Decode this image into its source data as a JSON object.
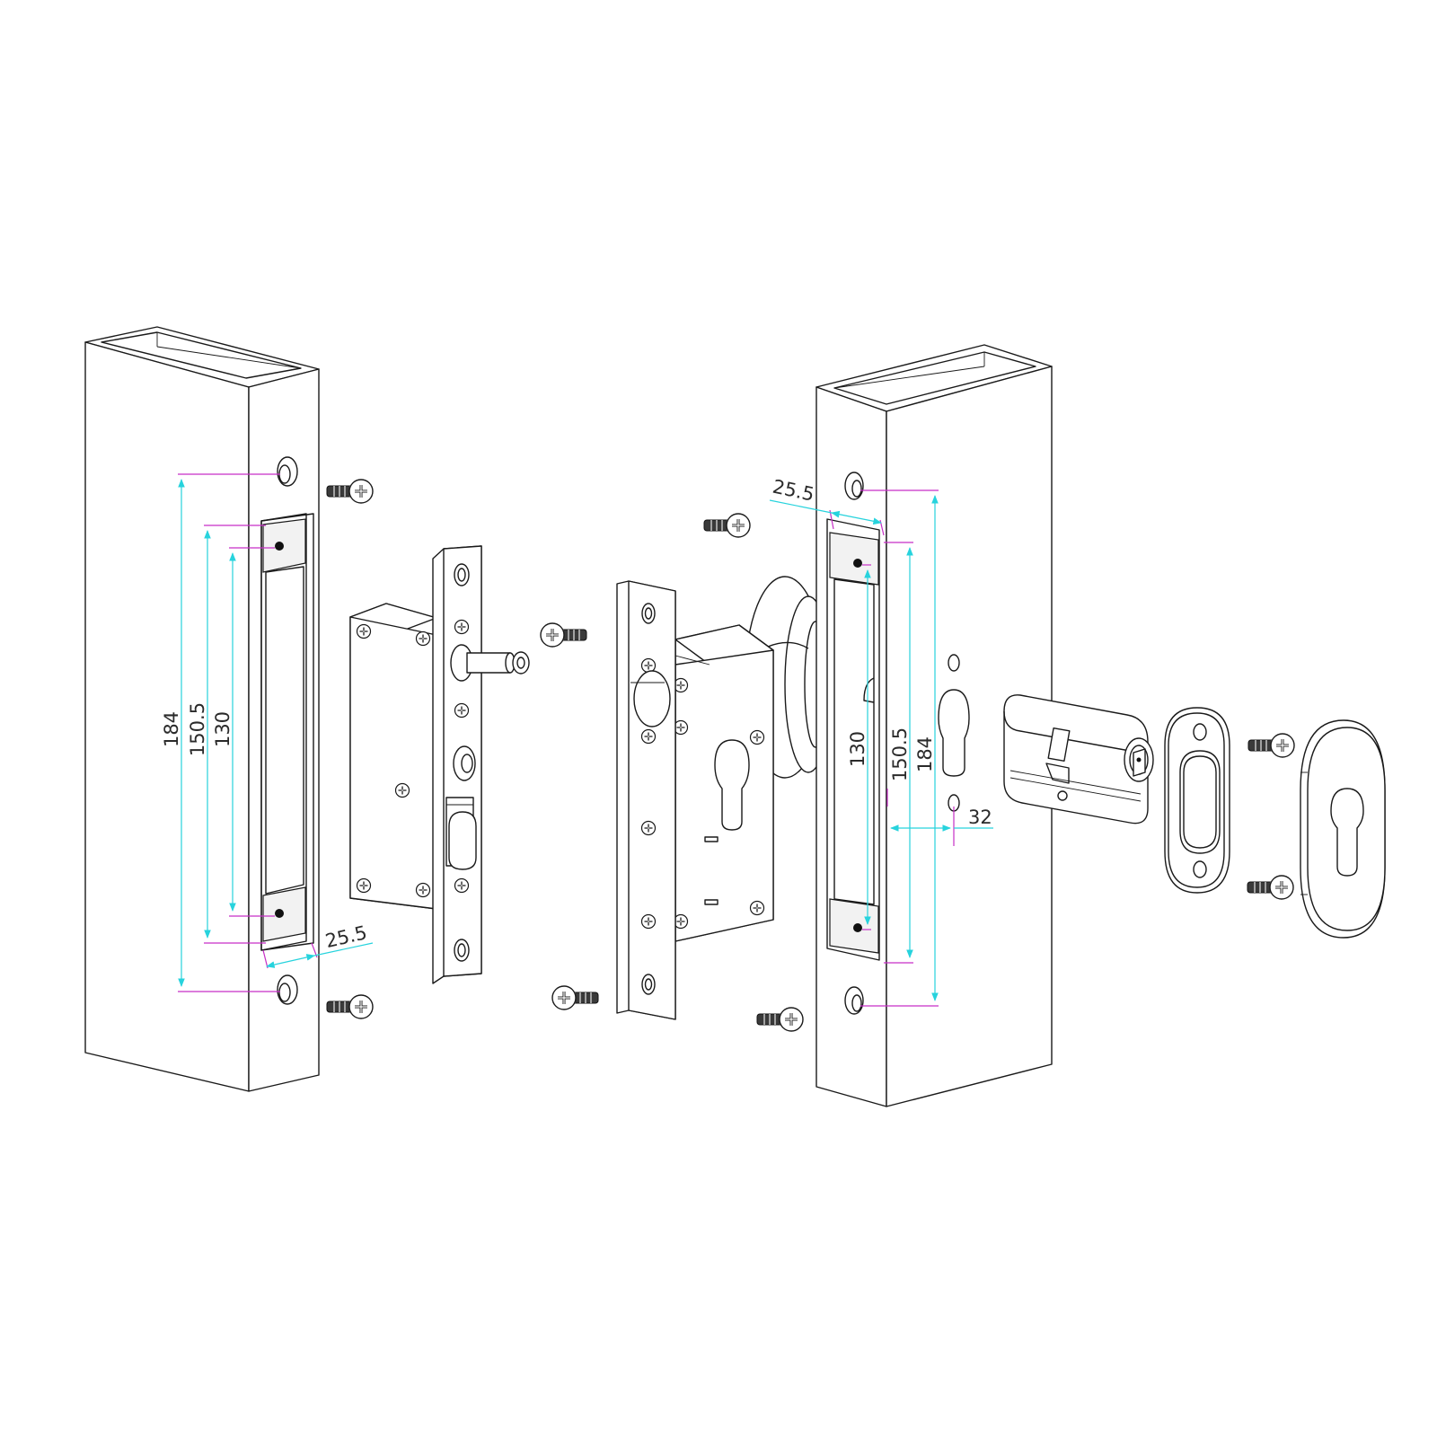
{
  "dimensions": {
    "left": {
      "overall": "184",
      "middle": "150.5",
      "inner": "130",
      "width": "25.5"
    },
    "right": {
      "overall": "184",
      "middle": "150.5",
      "inner": "130",
      "width": "25.5",
      "offset": "32"
    }
  },
  "colors": {
    "dimension_line": "#27d3dd",
    "extension_line": "#c62fc6",
    "outline": "#1a1a1a"
  }
}
